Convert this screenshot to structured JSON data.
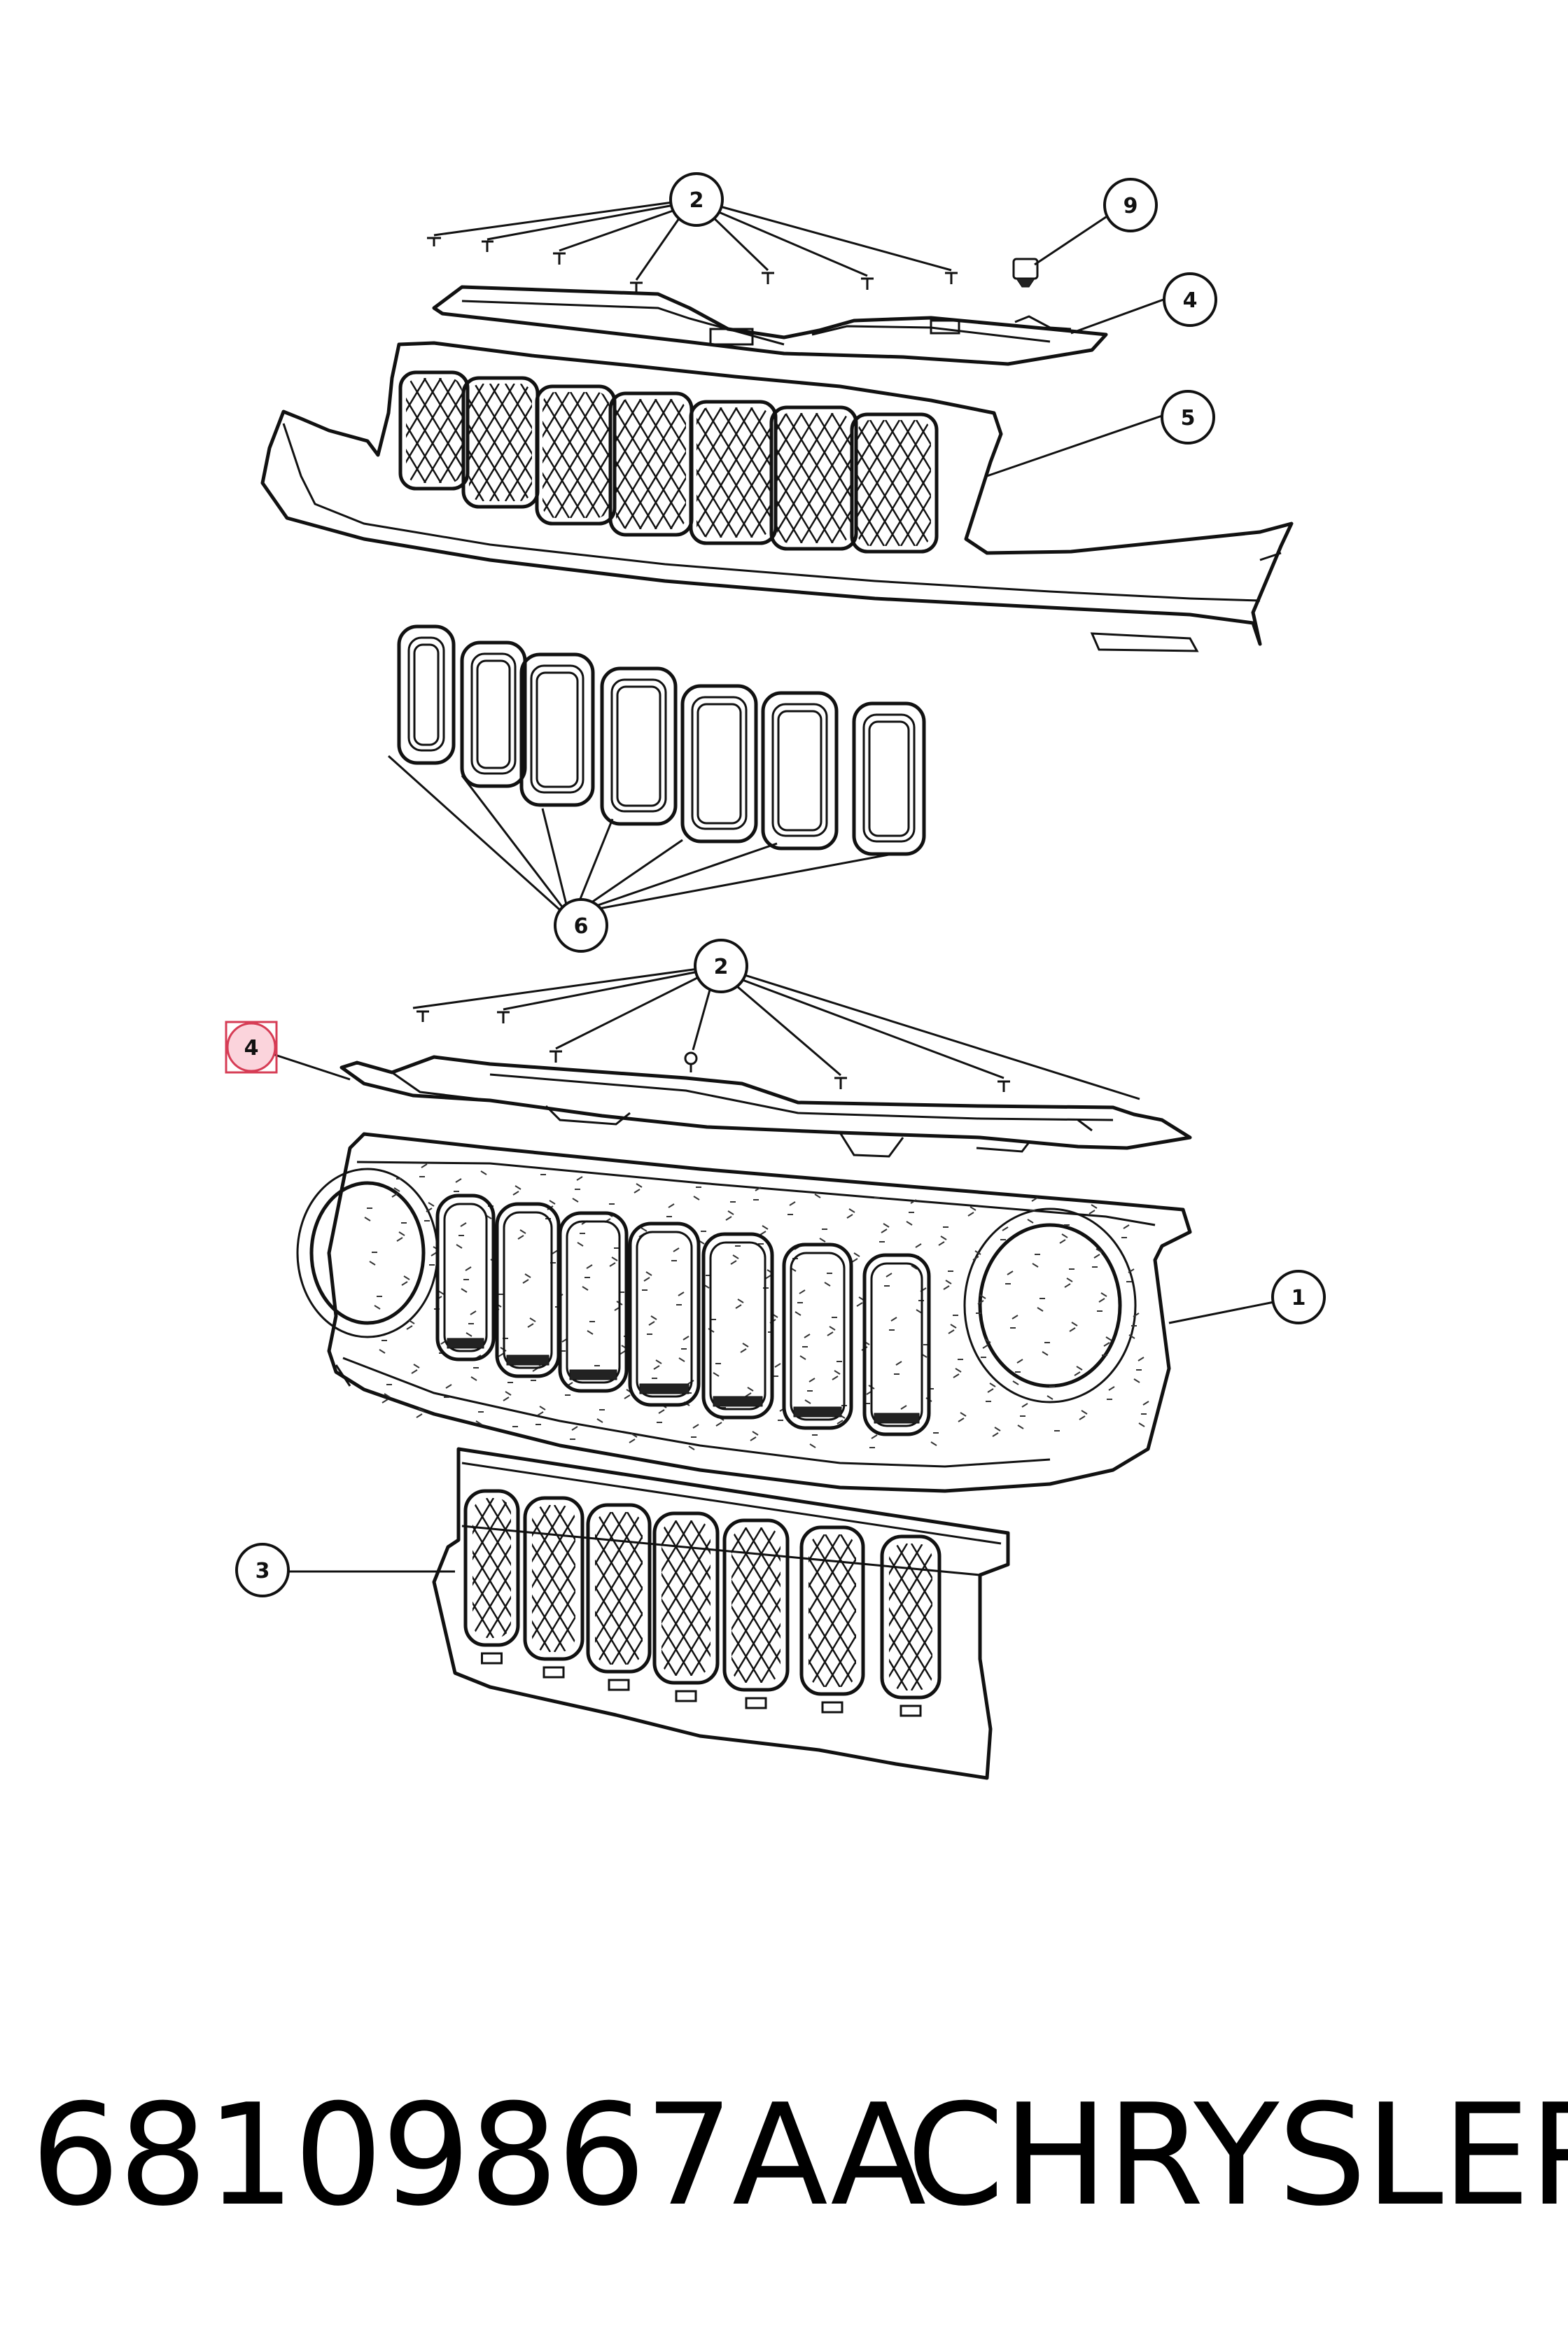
{
  "callouts": [
    {
      "id": "c2a",
      "label": "2"
    },
    {
      "id": "c9",
      "label": "9"
    },
    {
      "id": "c4a",
      "label": "4"
    },
    {
      "id": "c5",
      "label": "5"
    },
    {
      "id": "c6",
      "label": "6"
    },
    {
      "id": "c2b",
      "label": "2"
    },
    {
      "id": "c4b",
      "label": "4",
      "highlighted": true
    },
    {
      "id": "c1",
      "label": "1"
    },
    {
      "id": "c3",
      "label": "3"
    }
  ],
  "footer": {
    "part_number": "68109867AA",
    "brand": "CHRYSLER"
  },
  "colors": {
    "line": "#111111",
    "highlight_fill": "#fbd4dc",
    "highlight_stroke": "#d63c55",
    "background": "#ffffff"
  }
}
